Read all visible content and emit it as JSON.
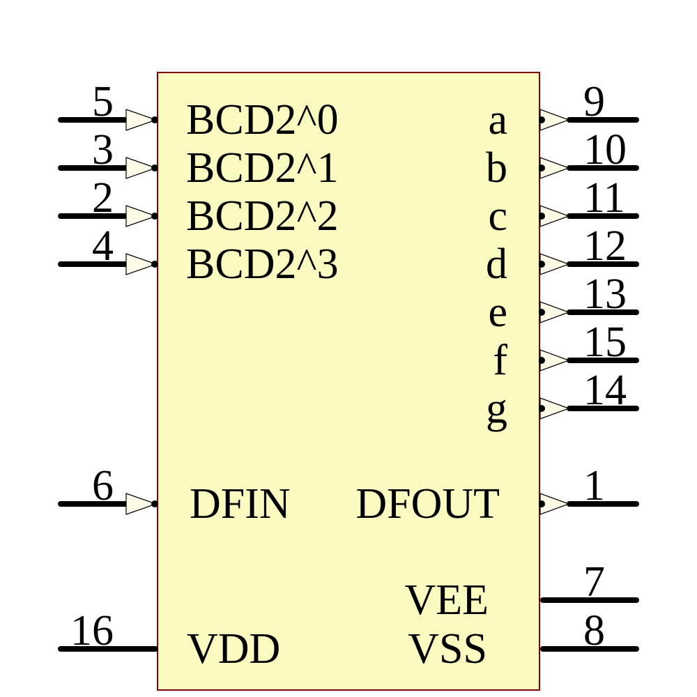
{
  "figure": {
    "type": "schematic-component-symbol",
    "description": "BCD to 7-segment decoder IC symbol with numbered pins",
    "colors": {
      "background": "#FFFFFF",
      "body_fill": "#FBFBC1",
      "body_border": "#7F0000",
      "wire": "#000000",
      "arrow_fill": "#FDFBE7",
      "text": "#000000"
    }
  },
  "pins": {
    "left": [
      {
        "number": "5",
        "label": "BCD2^0"
      },
      {
        "number": "3",
        "label": "BCD2^1"
      },
      {
        "number": "2",
        "label": "BCD2^2"
      },
      {
        "number": "4",
        "label": "BCD2^3"
      },
      {
        "number": "6",
        "label": "DFIN"
      },
      {
        "number": "16",
        "label": "VDD"
      }
    ],
    "right": [
      {
        "number": "9",
        "label": "a"
      },
      {
        "number": "10",
        "label": "b"
      },
      {
        "number": "11",
        "label": "c"
      },
      {
        "number": "12",
        "label": "d"
      },
      {
        "number": "13",
        "label": "e"
      },
      {
        "number": "15",
        "label": "f"
      },
      {
        "number": "14",
        "label": "g"
      },
      {
        "number": "1",
        "label": "DFOUT"
      },
      {
        "number": "7",
        "label": "VEE"
      },
      {
        "number": "8",
        "label": "VSS"
      }
    ]
  }
}
